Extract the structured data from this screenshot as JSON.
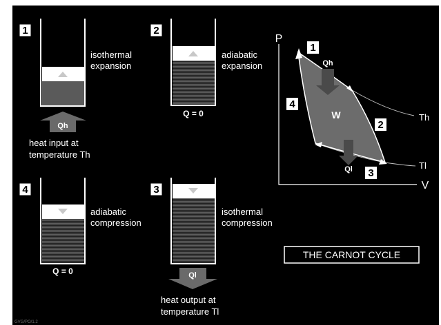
{
  "colors": {
    "background": "#000000",
    "panel_border": "#ffffff",
    "gas_fill": "#5a5a5a",
    "piston": "#ffffff",
    "arrow_gray": "#6a6a6a",
    "cycle_fill": "#6c6c6c"
  },
  "steps": [
    {
      "number": "1",
      "label_line1": "isothermal",
      "label_line2": "expansion",
      "arrow_direction": "up"
    },
    {
      "number": "2",
      "label_line1": "adiabatic",
      "label_line2": "expansion",
      "arrow_direction": "up",
      "q_label": "Q = 0"
    },
    {
      "number": "4",
      "label_line1": "adiabatic",
      "label_line2": "compression",
      "arrow_direction": "down",
      "q_label": "Q = 0"
    },
    {
      "number": "3",
      "label_line1": "isothermal",
      "label_line2": "compression",
      "arrow_direction": "down"
    }
  ],
  "heat_input": {
    "arrow_label": "Qh",
    "caption_line1": "heat input at",
    "caption_line2": "temperature Th"
  },
  "heat_output": {
    "arrow_label": "Ql",
    "caption_line1": "heat output at",
    "caption_line2": "temperature Tl"
  },
  "pv_diagram": {
    "axis_p": "P",
    "axis_v": "V",
    "work_label": "W",
    "hot_isotherm_label": "Th",
    "cold_isotherm_label": "Tl",
    "heat_in_label": "Qh",
    "heat_out_label": "Ql",
    "step_numbers": [
      "1",
      "2",
      "3",
      "4"
    ]
  },
  "title": "THE CARNOT CYCLE",
  "footer_code": "GVG/PO/1.2"
}
